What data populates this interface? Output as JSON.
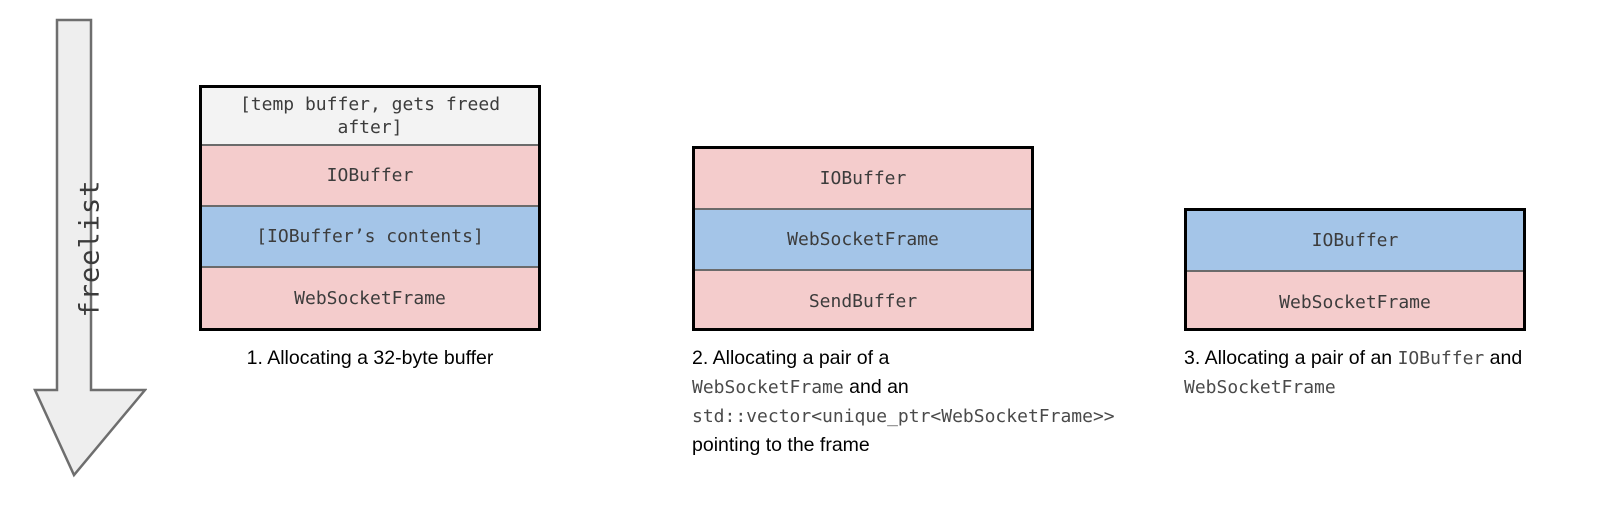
{
  "diagram": {
    "title": "freelist allocation diagram",
    "colors": {
      "pink": "#f4cccc",
      "blue": "#a4c5e8",
      "gray": "#f3f3f3",
      "border": "#000000",
      "divider": "#6b6b6b",
      "arrow_fill": "#eeeeee",
      "arrow_stroke": "#6e6e6e"
    },
    "freelist": {
      "label": "freelist",
      "icon": "down-arrow"
    },
    "columns": [
      {
        "id": "col-1",
        "cells": [
          {
            "label": "[temp buffer, gets freed after]",
            "fill": "gray",
            "height": 58
          },
          {
            "label": "IOBuffer",
            "fill": "pink",
            "height": 61
          },
          {
            "label": "[IOBuffer’s contents]",
            "fill": "blue",
            "height": 61
          },
          {
            "label": "WebSocketFrame",
            "fill": "pink",
            "height": 61
          }
        ],
        "caption": [
          {
            "text": "1. Allocating a 32-byte buffer",
            "style": "text"
          }
        ]
      },
      {
        "id": "col-2",
        "cells": [
          {
            "label": "IOBuffer",
            "fill": "pink",
            "height": 61
          },
          {
            "label": "WebSocketFrame",
            "fill": "blue",
            "height": 61
          },
          {
            "label": "SendBuffer",
            "fill": "pink",
            "height": 61
          }
        ],
        "caption": [
          {
            "text": "2. Allocating a pair of a ",
            "style": "text"
          },
          {
            "text": "WebSocketFrame",
            "style": "code"
          },
          {
            "text": " and an ",
            "style": "text"
          },
          {
            "text": "std::vector<unique_ptr<WebSocketFrame>>",
            "style": "code"
          },
          {
            "text": " pointing to the frame",
            "style": "text"
          }
        ]
      },
      {
        "id": "col-3",
        "cells": [
          {
            "label": "IOBuffer",
            "fill": "blue",
            "height": 61
          },
          {
            "label": "WebSocketFrame",
            "fill": "pink",
            "height": 61
          }
        ],
        "caption": [
          {
            "text": "3. Allocating a pair of an ",
            "style": "text"
          },
          {
            "text": "IOBuffer",
            "style": "code"
          },
          {
            "text": " and ",
            "style": "text"
          },
          {
            "text": "WebSocketFrame",
            "style": "code"
          }
        ]
      }
    ]
  }
}
